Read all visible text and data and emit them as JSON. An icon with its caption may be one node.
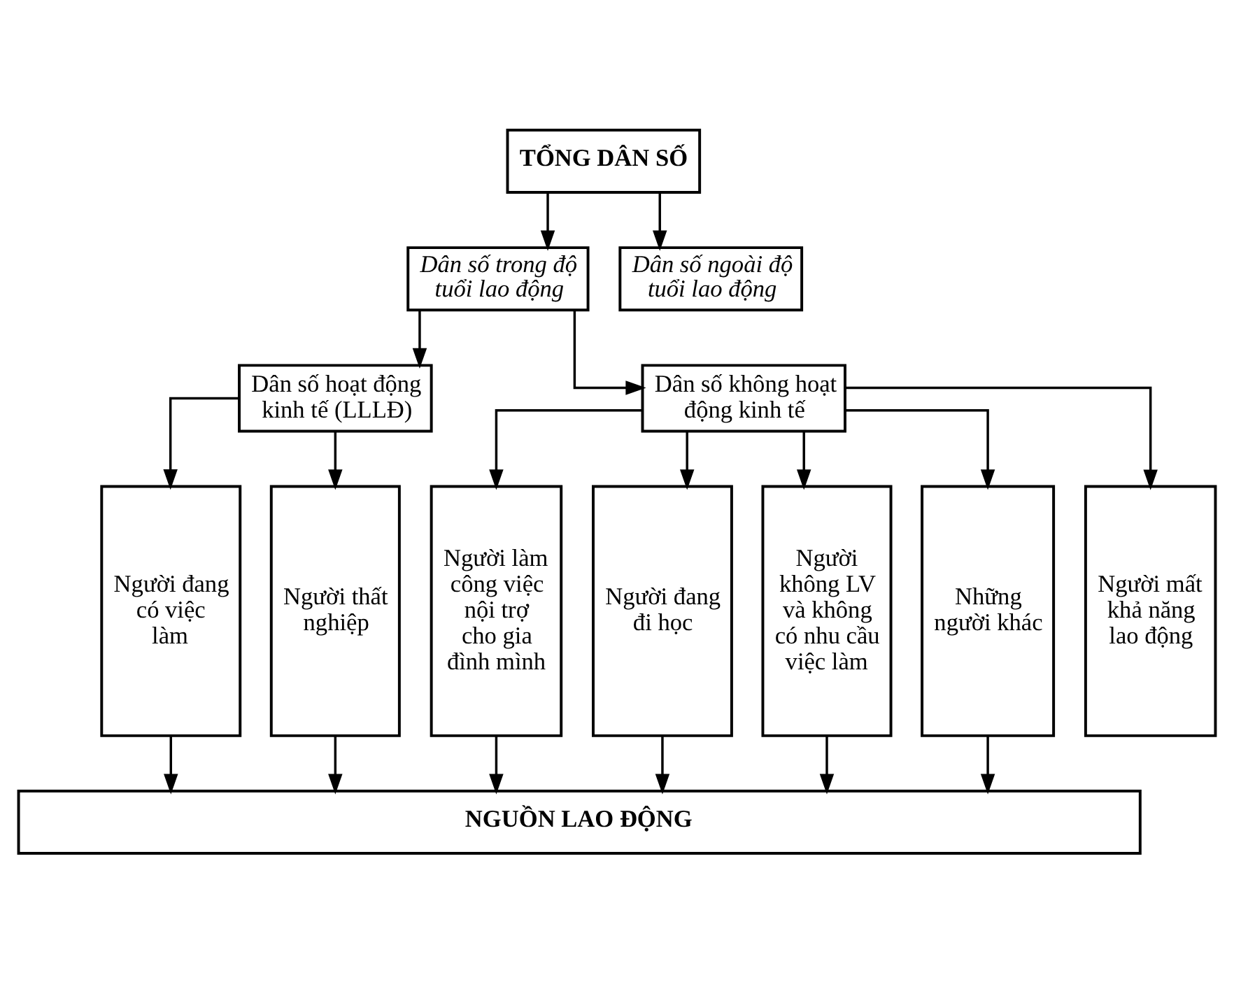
{
  "diagram": {
    "nodes": [
      {
        "text": [
          "TỔNG DÂN SỐ"
        ]
      },
      {
        "text": [
          "Dân số trong độ tuổi lao động"
        ]
      },
      {
        "text": [
          "Dân số ngoài độ tuổi lao động"
        ]
      },
      {
        "text": [
          "Dân số hoạt động kinh tế (LLLĐ)"
        ]
      },
      {
        "text": [
          "Dân số không hoạt động kinh tế"
        ]
      },
      {
        "text": [
          "Người đang có việc làm"
        ]
      },
      {
        "text": [
          "Người thất nghiệp"
        ]
      },
      {
        "text": [
          "Người làm công việc nội trợ cho gia đình mình"
        ]
      },
      {
        "text": [
          "Người đang đi học"
        ]
      },
      {
        "text": [
          "Người không LV và không có nhu cầu việc làm"
        ]
      },
      {
        "text": [
          "Những người khác"
        ]
      },
      {
        "text": [
          "Người mất khả năng lao động"
        ]
      },
      {
        "text": [
          "NGUỒN LAO ĐỘNG"
        ]
      }
    ],
    "edges": [
      {
        "from": 0,
        "to": 1,
        "arrow": "to"
      },
      {
        "from": 0,
        "to": 2,
        "arrow": "to"
      },
      {
        "from": 1,
        "to": 3,
        "arrow": "to"
      },
      {
        "from": 1,
        "to": 4,
        "arrow": "to"
      },
      {
        "from": 3,
        "to": 5,
        "arrow": "to"
      },
      {
        "from": 3,
        "to": 6,
        "arrow": "to"
      },
      {
        "from": 4,
        "to": 7,
        "arrow": "to"
      },
      {
        "from": 4,
        "to": 8,
        "arrow": "to"
      },
      {
        "from": 4,
        "to": 9,
        "arrow": "to"
      },
      {
        "from": 4,
        "to": 10,
        "arrow": "to"
      },
      {
        "from": 4,
        "to": 11,
        "arrow": "to"
      },
      {
        "from": 5,
        "to": 12,
        "arrow": "to"
      },
      {
        "from": 6,
        "to": 12,
        "arrow": "to"
      },
      {
        "from": 7,
        "to": 12,
        "arrow": "to"
      },
      {
        "from": 8,
        "to": 12,
        "arrow": "to"
      },
      {
        "from": 9,
        "to": 12,
        "arrow": "to"
      },
      {
        "from": 10,
        "to": 12,
        "arrow": "to"
      }
    ]
  }
}
